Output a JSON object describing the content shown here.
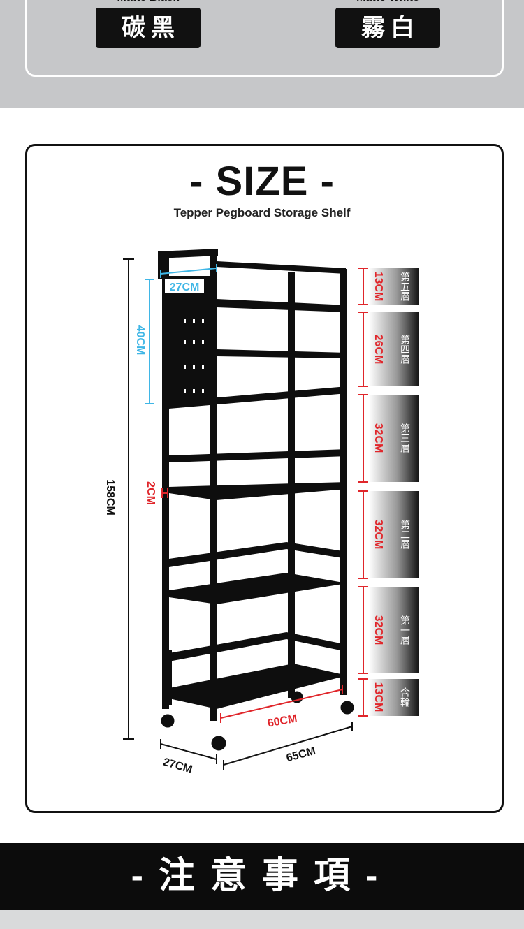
{
  "colors": {
    "black": {
      "en": "Matte Black",
      "zh": "碳黑"
    },
    "white": {
      "en": "Matte White",
      "zh": "霧白"
    }
  },
  "size": {
    "title": "- SIZE -",
    "subtitle": "Tepper Pegboard Storage Shelf"
  },
  "dimensions": {
    "total_height": "158CM",
    "pegboard_height": "40CM",
    "pegboard_width": "27CM",
    "shelf_gap": "2CM",
    "depth": "27CM",
    "width": "65CM",
    "inner_width": "60CM"
  },
  "tiers": [
    {
      "height": "13CM",
      "label": "第五層"
    },
    {
      "height": "26CM",
      "label": "第四層"
    },
    {
      "height": "32CM",
      "label": "第三層"
    },
    {
      "height": "32CM",
      "label": "第二層"
    },
    {
      "height": "32CM",
      "label": "第一層"
    },
    {
      "height": "13CM",
      "label": "含輪"
    }
  ],
  "notice": {
    "title": "-注意事項-"
  },
  "palette": {
    "accent_red": "#e0262b",
    "accent_blue": "#3fb6e6",
    "frame": "#0e0e0e"
  }
}
